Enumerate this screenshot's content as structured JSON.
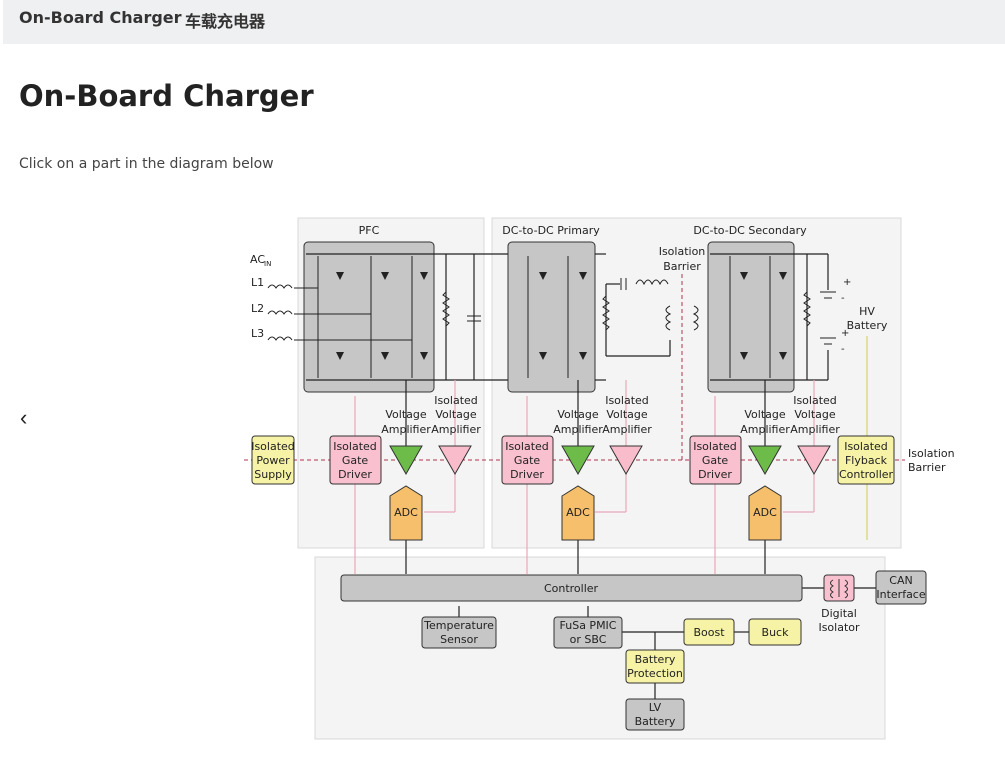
{
  "header": {
    "title_en": "On-Board Charger",
    "title_zh": "车载充电器"
  },
  "page": {
    "title": "On-Board Charger",
    "instruction": "Click on a part in the diagram below",
    "prev_label": "‹"
  },
  "diagram": {
    "sections": {
      "pfc": "PFC",
      "dc_primary": "DC-to-DC Primary",
      "dc_secondary": "DC-to-DC Secondary"
    },
    "ac_in": "AC",
    "ac_in_sub": "IN",
    "lines": [
      "L1",
      "L2",
      "L3"
    ],
    "isolation_barrier_top": [
      "Isolation",
      "Barrier"
    ],
    "isolation_barrier_right": [
      "Isolation",
      "Barrier"
    ],
    "hv_battery": [
      "HV",
      "Battery"
    ],
    "blocks": {
      "isolated_power_supply": [
        "Isolated",
        "Power",
        "Supply"
      ],
      "gate_driver_1": [
        "Isolated",
        "Gate",
        "Driver"
      ],
      "gate_driver_2": [
        "Isolated",
        "Gate",
        "Driver"
      ],
      "gate_driver_3": [
        "Isolated",
        "Gate",
        "Driver"
      ],
      "voltage_amp_1": [
        "Voltage",
        "Amplifier"
      ],
      "iso_voltage_amp_1": [
        "Isolated",
        "Voltage",
        "Amplifier"
      ],
      "voltage_amp_2": [
        "Voltage",
        "Amplifier"
      ],
      "iso_voltage_amp_2": [
        "Isolated",
        "Voltage",
        "Amplifier"
      ],
      "voltage_amp_3": [
        "Voltage",
        "Amplifier"
      ],
      "iso_voltage_amp_3": [
        "Isolated",
        "Voltage",
        "Amplifier"
      ],
      "adc": "ADC",
      "flyback": [
        "Isolated",
        "Flyback",
        "Controller"
      ],
      "controller": "Controller",
      "temperature_sensor": [
        "Temperature",
        "Sensor"
      ],
      "fusa_pmic": [
        "FuSa PMIC",
        "or SBC"
      ],
      "boost": "Boost",
      "buck": "Buck",
      "battery_protection": [
        "Battery",
        "Protection"
      ],
      "lv_battery": [
        "LV",
        "Battery"
      ],
      "digital_isolator": [
        "Digital",
        "Isolator"
      ],
      "can_interface": [
        "CAN",
        "Interface"
      ]
    },
    "battery_signs": [
      "+",
      "-",
      "+",
      "-"
    ],
    "colors": {
      "pink_block": "#f9c1cf",
      "yellow_block": "#f6f3a6",
      "green_amp": "#6dbb48",
      "pink_amp": "#f9bccb",
      "adc": "#f5bf6b",
      "grey_block": "#c6c6c6",
      "panel": "#f4f4f4",
      "barrier": "#b0344c"
    }
  }
}
